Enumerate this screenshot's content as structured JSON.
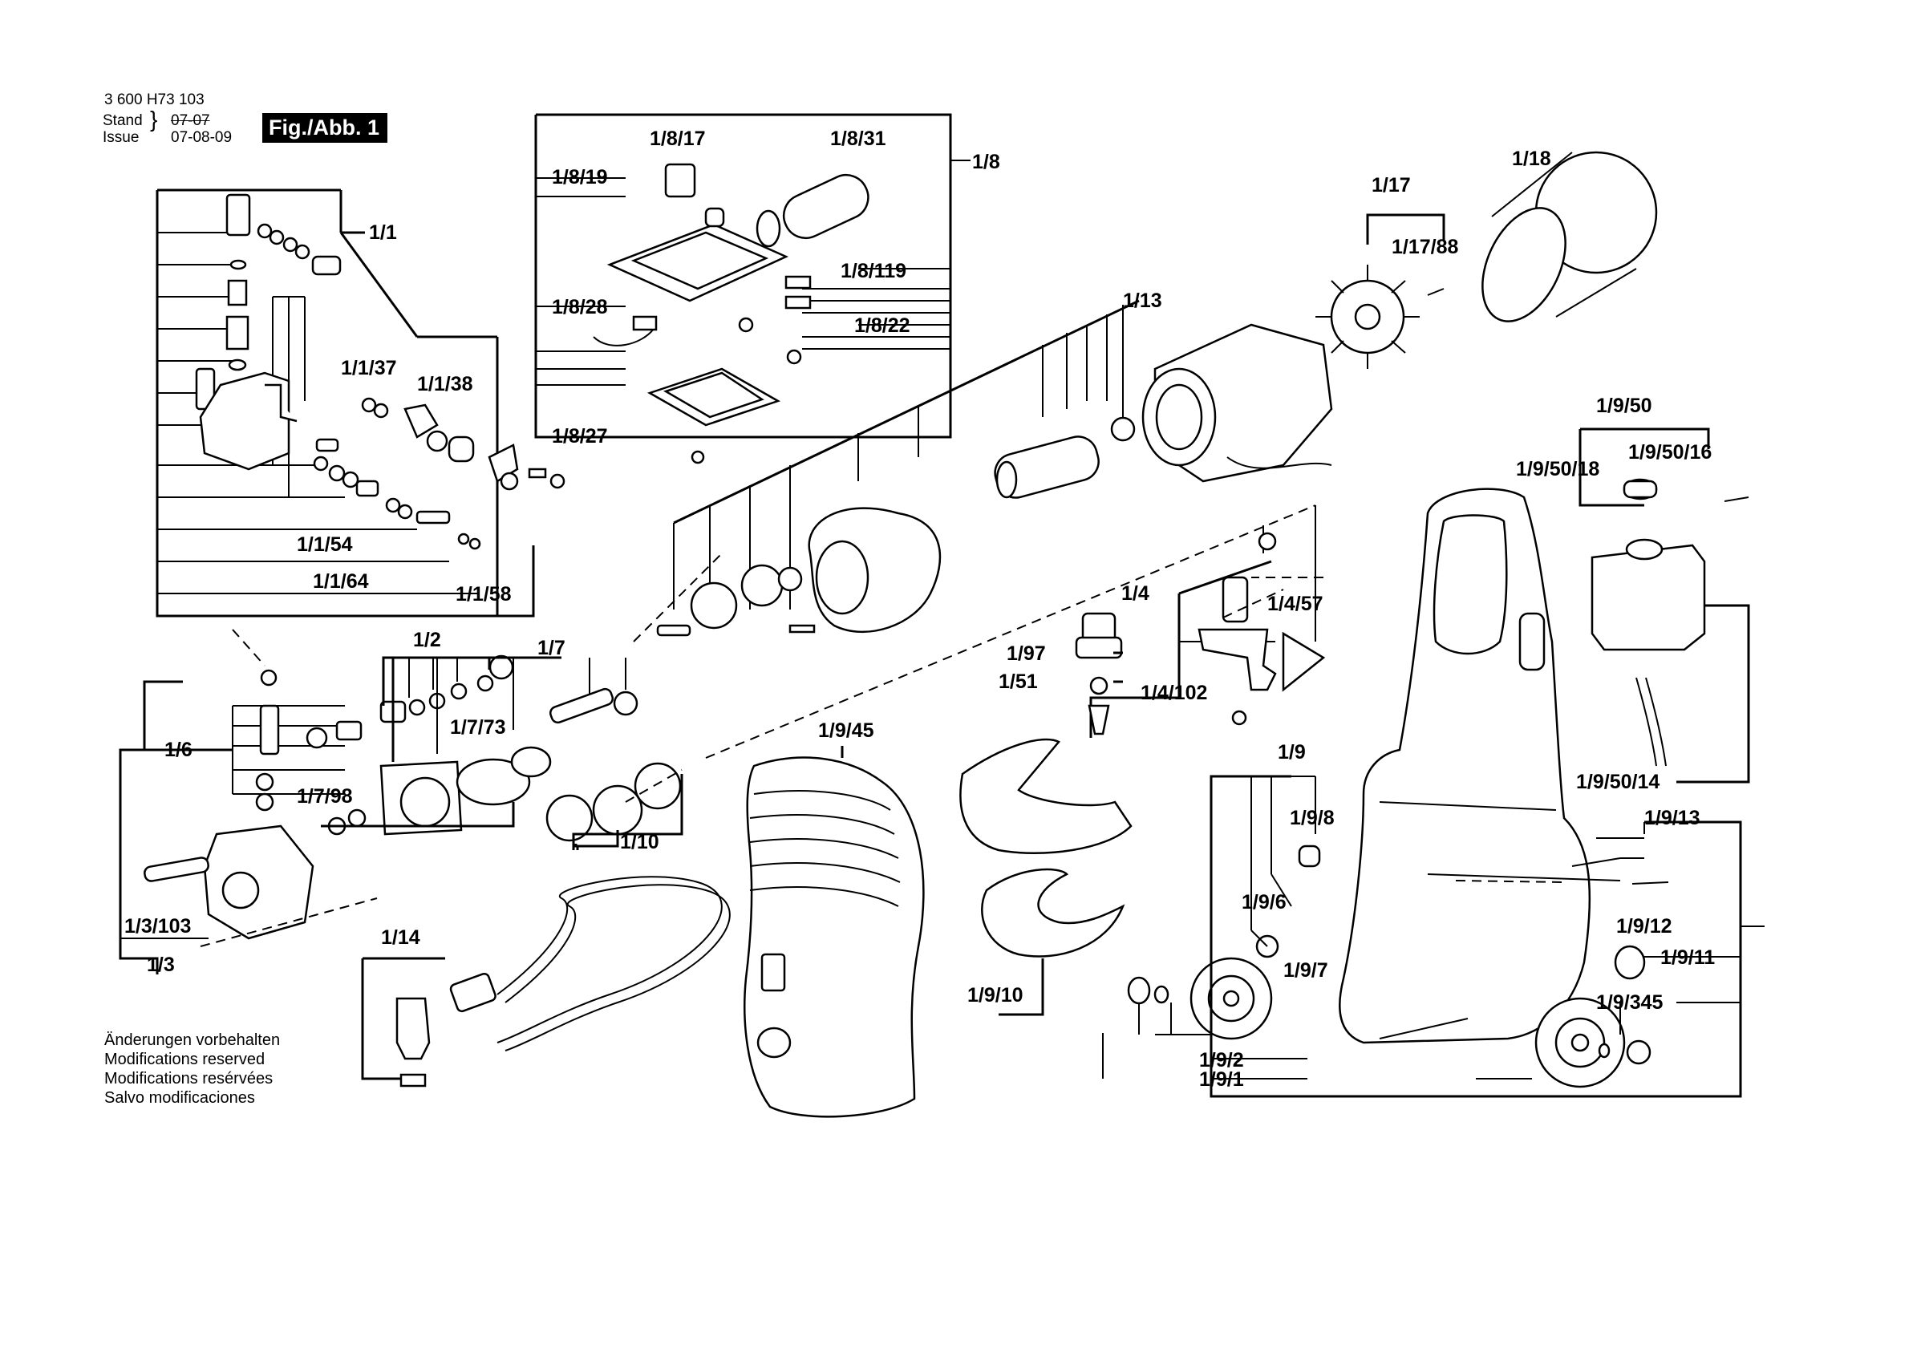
{
  "header": {
    "part_number": "3 600 H73 103",
    "stand_label": "Stand",
    "issue_label": "Issue",
    "stand_date": "07-07",
    "issue_date": "07-08-09",
    "figure_badge": "Fig./Abb. 1"
  },
  "callouts": {
    "c_1_1": "1/1",
    "c_1_1_37": "1/1/37",
    "c_1_1_38": "1/1/38",
    "c_1_1_54": "1/1/54",
    "c_1_1_64": "1/1/64",
    "c_1_1_58": "1/1/58",
    "c_1_2": "1/2",
    "c_1_7": "1/7",
    "c_1_6": "1/6",
    "c_1_7_73": "1/7/73",
    "c_1_7_98": "1/7/98",
    "c_1_10": "1/10",
    "c_1_3_103": "1/3/103",
    "c_1_3": "1/3",
    "c_1_14": "1/14",
    "c_1_8_17": "1/8/17",
    "c_1_8_31": "1/8/31",
    "c_1_8": "1/8",
    "c_1_8_19": "1/8/19",
    "c_1_8_119": "1/8/119",
    "c_1_8_28": "1/8/28",
    "c_1_8_22": "1/8/22",
    "c_1_8_27": "1/8/27",
    "c_1_13": "1/13",
    "c_1_17": "1/17",
    "c_1_17_88": "1/17/88",
    "c_1_18": "1/18",
    "c_1_4": "1/4",
    "c_1_4_57": "1/4/57",
    "c_1_97": "1/97",
    "c_1_51": "1/51",
    "c_1_4_102": "1/4/102",
    "c_1_9_45": "1/9/45",
    "c_1_9_10": "1/9/10",
    "c_1_9_50": "1/9/50",
    "c_1_9_50_18": "1/9/50/18",
    "c_1_9_50_16": "1/9/50/16",
    "c_1_9_50_14": "1/9/50/14",
    "c_1_9": "1/9",
    "c_1_9_8": "1/9/8",
    "c_1_9_13": "1/9/13",
    "c_1_9_6": "1/9/6",
    "c_1_9_12": "1/9/12",
    "c_1_9_11": "1/9/11",
    "c_1_9_7": "1/9/7",
    "c_1_9_345": "1/9/345",
    "c_1_9_2": "1/9/2",
    "c_1_9_1": "1/9/1"
  },
  "notes": [
    "Änderungen vorbehalten",
    "Modifications reserved",
    "Modifications resérvées",
    "Salvo modificaciones"
  ]
}
